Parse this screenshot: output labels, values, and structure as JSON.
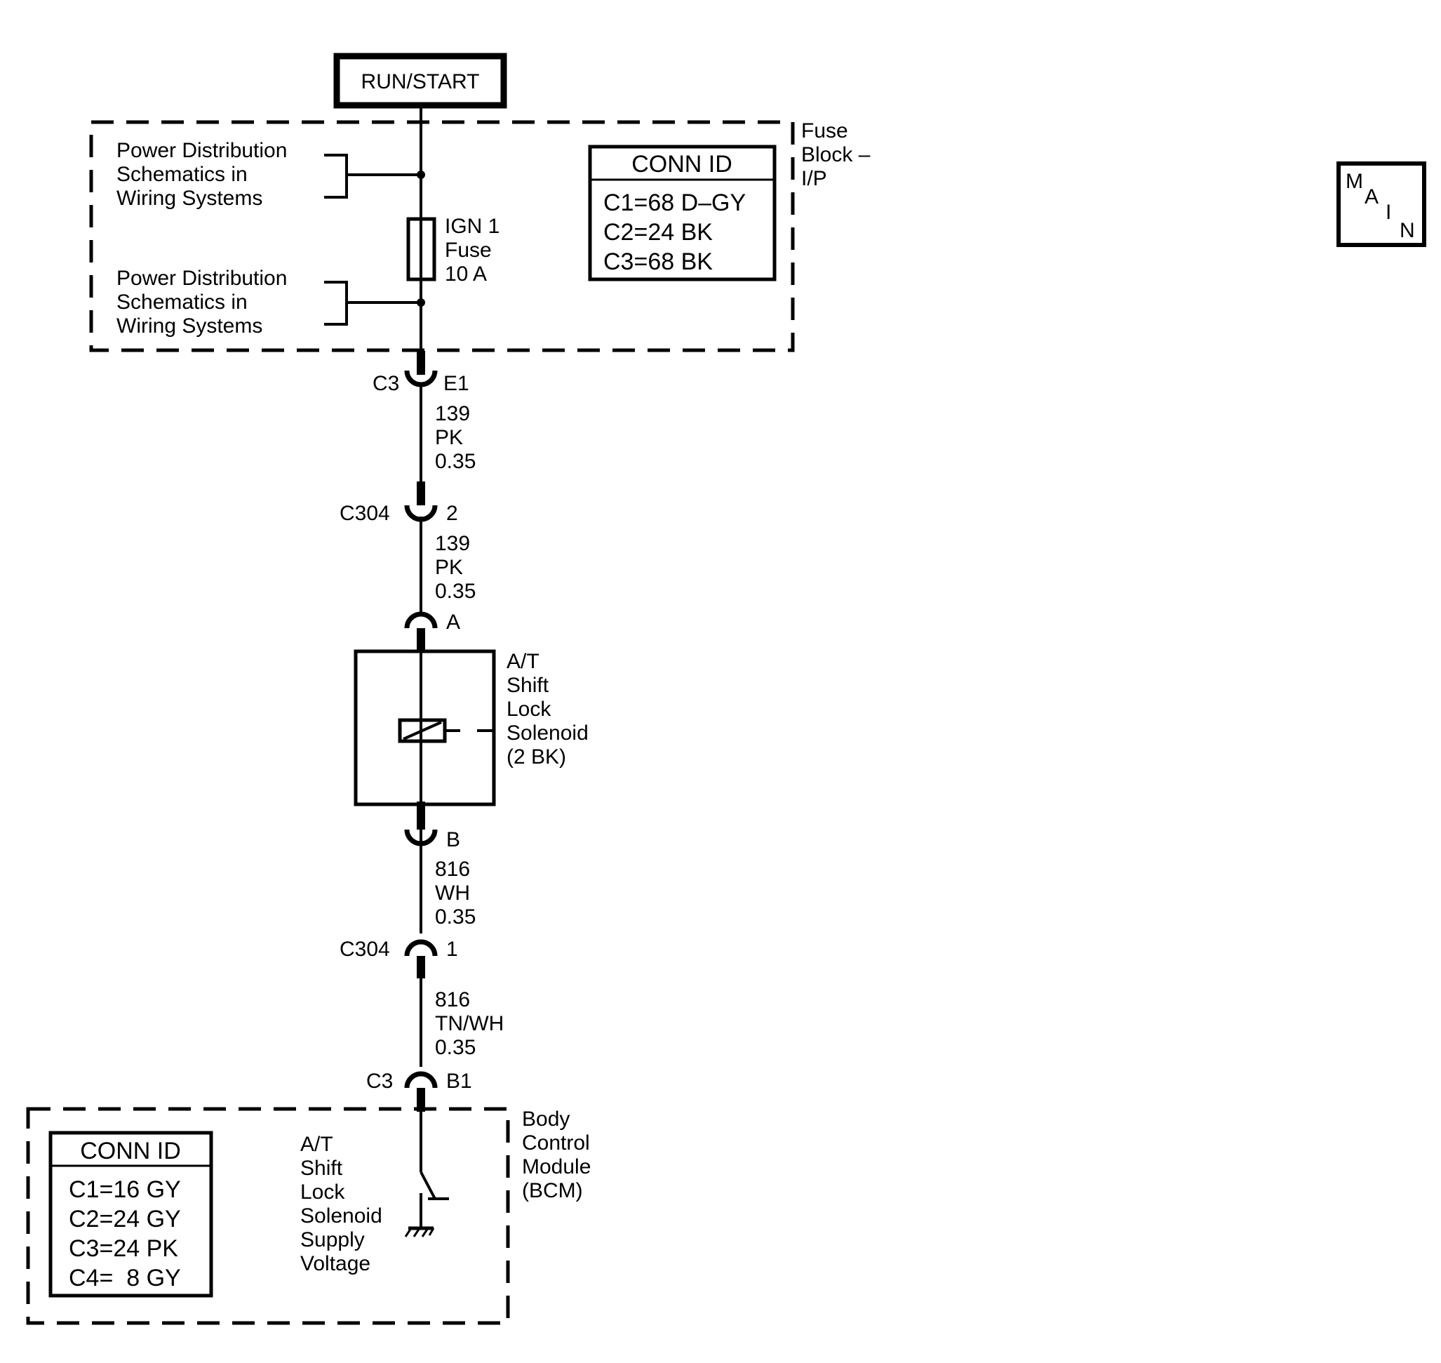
{
  "power_source": "RUN/START",
  "fuse_block": {
    "label": [
      "Fuse",
      "Block –",
      "I/P"
    ],
    "ref_top": [
      "Power Distribution",
      "Schematics in",
      "Wiring Systems"
    ],
    "ref_bottom": [
      "Power Distribution",
      "Schematics in",
      "Wiring Systems"
    ],
    "fuse": [
      "IGN 1",
      "Fuse",
      "10 A"
    ],
    "conn_id": {
      "title": "CONN ID",
      "rows": [
        "C1=68 D–GY",
        "C2=24 BK",
        "C3=68 BK"
      ]
    }
  },
  "connectors": [
    {
      "name": "C3",
      "pin": "E1"
    },
    {
      "name": "C304",
      "pin": "2"
    },
    {
      "name": "",
      "pin": "A"
    },
    {
      "name": "",
      "pin": "B"
    },
    {
      "name": "C304",
      "pin": "1"
    },
    {
      "name": "C3",
      "pin": "B1"
    }
  ],
  "wires": [
    {
      "circuit": "139",
      "color": "PK",
      "gauge": "0.35"
    },
    {
      "circuit": "139",
      "color": "PK",
      "gauge": "0.35"
    },
    {
      "circuit": "816",
      "color": "WH",
      "gauge": "0.35"
    },
    {
      "circuit": "816",
      "color": "TN/WH",
      "gauge": "0.35"
    }
  ],
  "solenoid": {
    "label": [
      "A/T",
      "Shift",
      "Lock",
      "Solenoid",
      "(2 BK)"
    ]
  },
  "bcm": {
    "label": [
      "Body",
      "Control",
      "Module",
      "(BCM)"
    ],
    "switch_label": [
      "A/T",
      "Shift",
      "Lock",
      "Solenoid",
      "Supply",
      "Voltage"
    ],
    "conn_id": {
      "title": "CONN ID",
      "rows": [
        "C1=16 GY",
        "C2=24 GY",
        "C3=24 PK",
        "C4=  8 GY"
      ]
    }
  },
  "main_badge": [
    "M",
    "A",
    "I",
    "N"
  ]
}
